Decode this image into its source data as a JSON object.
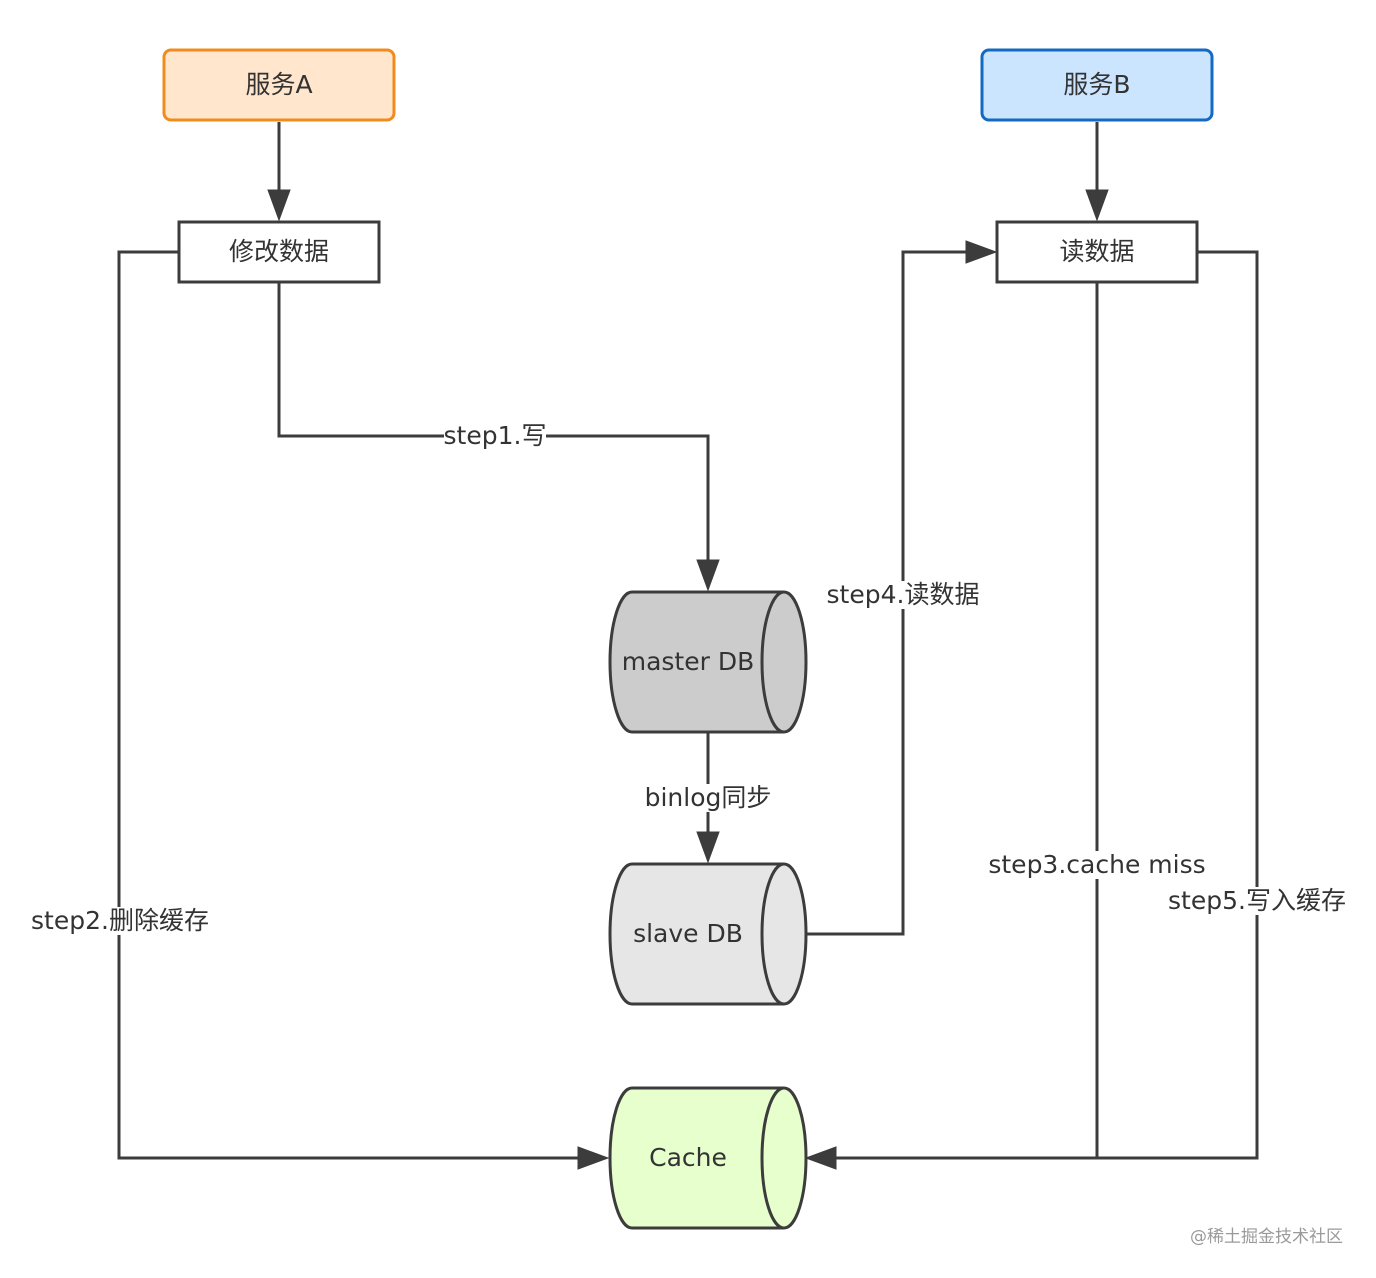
{
  "nodes": {
    "service_a": {
      "label": "服务A",
      "fill": "#ffe6cc",
      "stroke": "#f08c1e"
    },
    "service_b": {
      "label": "服务B",
      "fill": "#cce5ff",
      "stroke": "#1469c0"
    },
    "modify_data": {
      "label": "修改数据",
      "fill": "#ffffff",
      "stroke": "#3c3c3c"
    },
    "read_data": {
      "label": "读数据",
      "fill": "#ffffff",
      "stroke": "#3c3c3c"
    },
    "master_db": {
      "label": "master DB",
      "fill": "#cccccc",
      "stroke": "#3c3c3c"
    },
    "slave_db": {
      "label": "slave DB",
      "fill": "#e6e6e6",
      "stroke": "#3c3c3c"
    },
    "cache": {
      "label": "Cache",
      "fill": "#e6ffcc",
      "stroke": "#3c3c3c"
    }
  },
  "edges": {
    "step1": "step1.写",
    "step2": "step2.删除缓存",
    "step3": "step3.cache miss",
    "step4": "step4.读数据",
    "step5": "step5.写入缓存",
    "binlog": "binlog同步"
  },
  "watermark": "@稀土掘金技术社区"
}
